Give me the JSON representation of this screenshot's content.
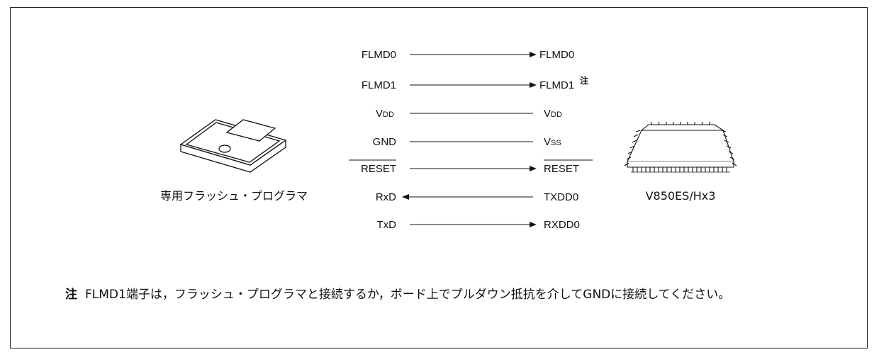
{
  "programmer": {
    "label": "専用フラッシュ・プログラマ"
  },
  "device": {
    "label": "V850ES/Hx3"
  },
  "connections": [
    {
      "left": "FLMD0",
      "right": "FLMD0",
      "direction": "to-device"
    },
    {
      "left": "FLMD1",
      "right": "FLMD1",
      "right_note": "注",
      "direction": "to-device"
    },
    {
      "left_main": "V",
      "left_sub": "DD",
      "right_main": "V",
      "right_sub": "DD",
      "direction": "none"
    },
    {
      "left": "GND",
      "right_main": "V",
      "right_sub": "SS",
      "direction": "none"
    },
    {
      "left": "RESET",
      "right": "RESET",
      "overline": true,
      "direction": "to-device"
    },
    {
      "left": "RxD",
      "right": "TXDD0",
      "direction": "to-programmer"
    },
    {
      "left": "TxD",
      "right": "RXDD0",
      "direction": "to-device"
    }
  ],
  "note": {
    "mark": "注",
    "text": "FLMD1端子は，フラッシュ・プログラマと接続するか，ボード上でプルダウン抵抗を介してGNDに接続してください。"
  }
}
